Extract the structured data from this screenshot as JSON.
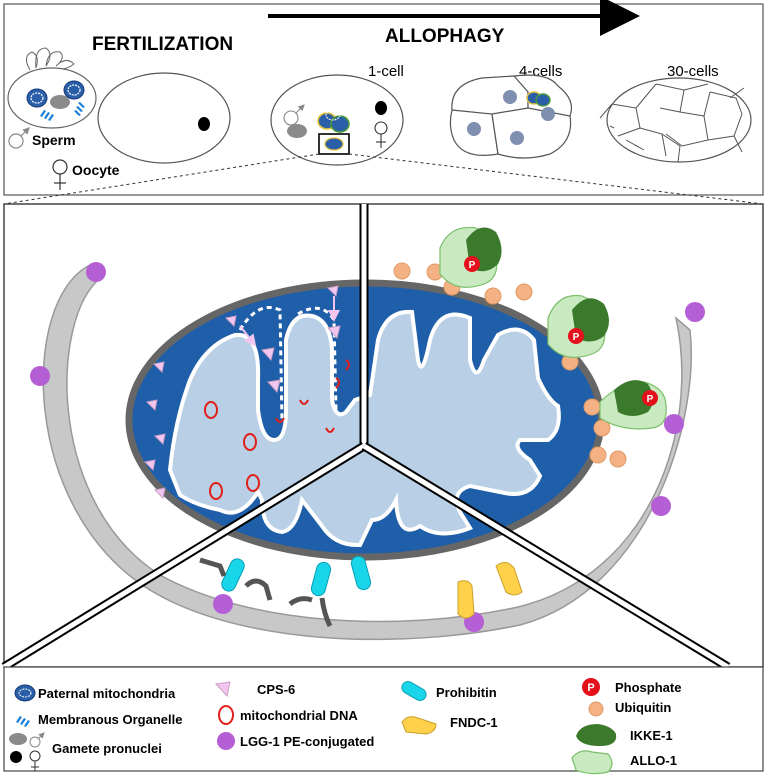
{
  "header": {
    "fertilization": "FERTILIZATION",
    "allophagy": "ALLOPHAGY"
  },
  "stages": {
    "sperm": "Sperm",
    "oocyte": "Oocyte",
    "one_cell": "1-cell",
    "four_cells": "4-cells",
    "thirty_cells": "30-cells"
  },
  "legend": {
    "col1": [
      "Paternal mitochondria",
      "Membranous Organelle",
      "Gamete pronuclei"
    ],
    "col2": [
      "CPS-6",
      "mitochondrial DNA",
      "LGG-1 PE-conjugated"
    ],
    "col3": [
      "Prohibitin",
      "FNDC-1"
    ],
    "col4": [
      "Phosphate",
      "Ubiquitin",
      "IKKE-1",
      "ALLO-1"
    ],
    "phosphate_symbol": "P"
  },
  "colors": {
    "matrix_blue": "#1f5ea8",
    "cristae_light": "#b8cfe6",
    "membrane_gray": "#666666",
    "phagophore_gray": "#c8c8c8",
    "lgg1_purple": "#b55fd6",
    "ubiquitin_orange": "#f4b183",
    "ikke1_green": "#3b7a2c",
    "allo1_green": "#c9eac0",
    "prohibitin_cyan": "#19d5ea",
    "fndc1_yellow": "#ffd04a",
    "phosphate_red": "#e4101b",
    "mtdna_red": "#e2201a",
    "cps6_pink": "#f2c6ef"
  }
}
